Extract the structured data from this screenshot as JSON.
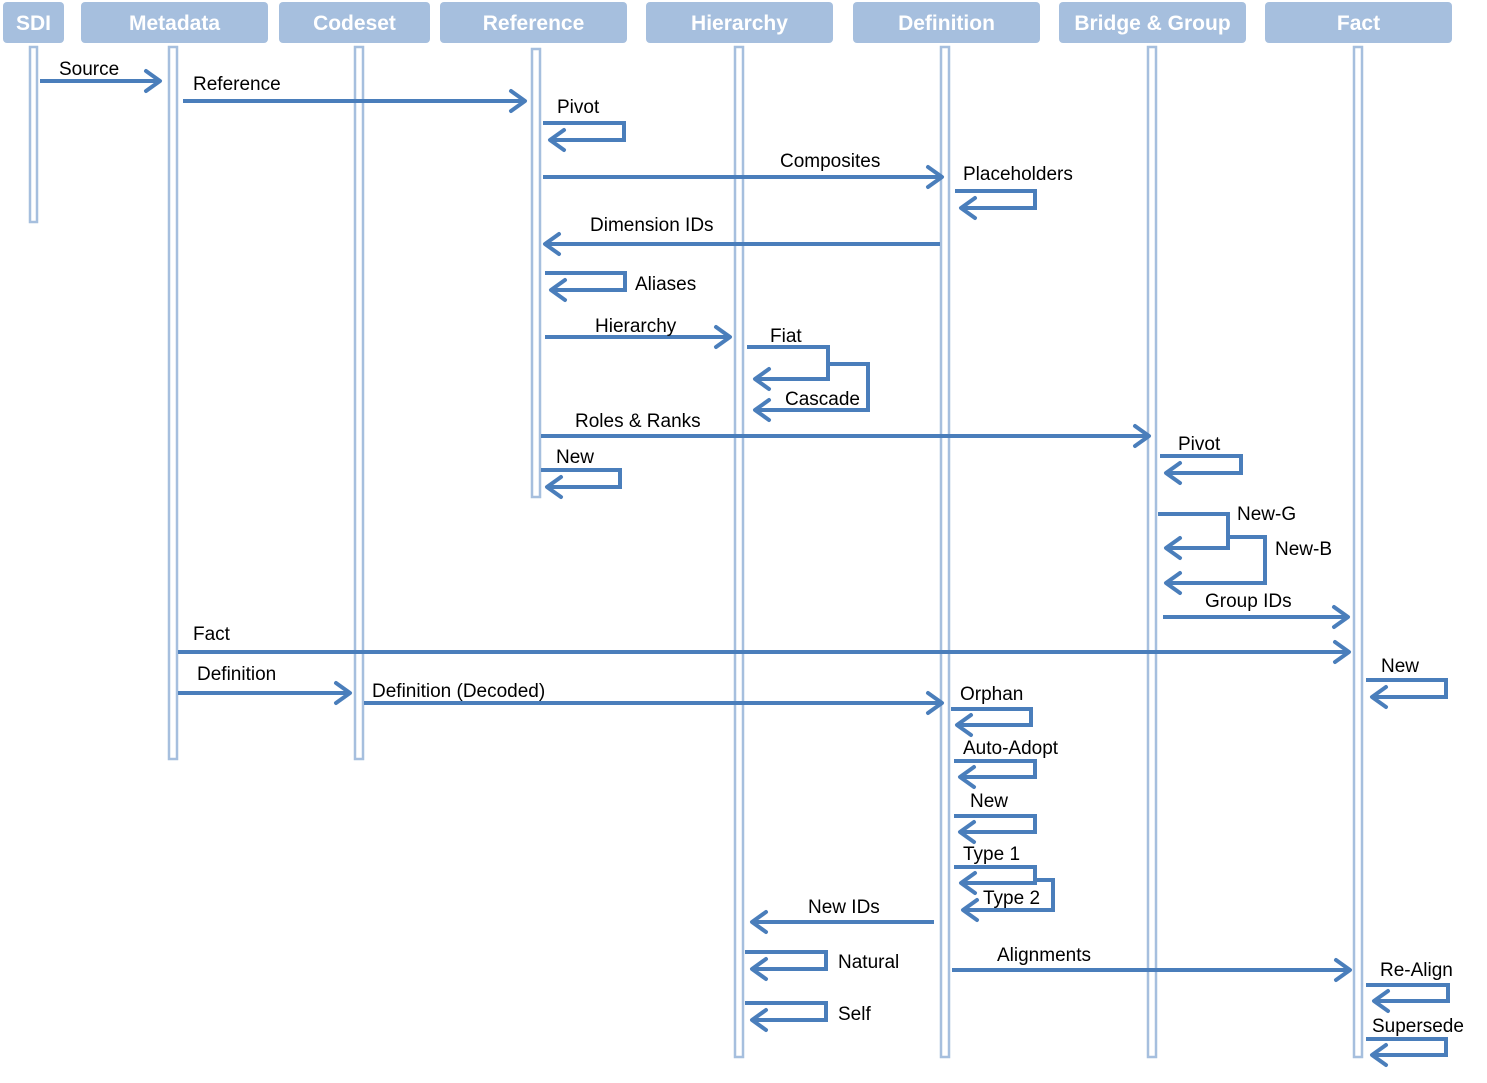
{
  "colors": {
    "header_fill": "#a6bfde",
    "header_text": "#ffffff",
    "lifeline": "#a6bfde",
    "arrow": "#4a7ebb",
    "label_text": "#000000"
  },
  "lifelines": [
    {
      "id": "sdi",
      "label": "SDI"
    },
    {
      "id": "metadata",
      "label": "Metadata"
    },
    {
      "id": "codeset",
      "label": "Codeset"
    },
    {
      "id": "reference",
      "label": "Reference"
    },
    {
      "id": "hierarchy",
      "label": "Hierarchy"
    },
    {
      "id": "definition",
      "label": "Definition"
    },
    {
      "id": "bridge_group",
      "label": "Bridge & Group"
    },
    {
      "id": "fact",
      "label": "Fact"
    }
  ],
  "messages": [
    {
      "id": "source",
      "label": "Source",
      "from": "sdi",
      "to": "metadata"
    },
    {
      "id": "reference",
      "label": "Reference",
      "from": "metadata",
      "to": "reference"
    },
    {
      "id": "reference-pivot",
      "label": "Pivot",
      "from": "reference",
      "to": "reference"
    },
    {
      "id": "composites",
      "label": "Composites",
      "from": "reference",
      "to": "definition"
    },
    {
      "id": "placeholders",
      "label": "Placeholders",
      "from": "definition",
      "to": "definition"
    },
    {
      "id": "dimension-ids",
      "label": "Dimension IDs",
      "from": "definition",
      "to": "reference"
    },
    {
      "id": "aliases",
      "label": "Aliases",
      "from": "reference",
      "to": "reference"
    },
    {
      "id": "hierarchy",
      "label": "Hierarchy",
      "from": "reference",
      "to": "hierarchy"
    },
    {
      "id": "fiat",
      "label": "Fiat",
      "from": "hierarchy",
      "to": "hierarchy"
    },
    {
      "id": "cascade",
      "label": "Cascade",
      "from": "hierarchy",
      "to": "hierarchy"
    },
    {
      "id": "roles-ranks",
      "label": "Roles & Ranks",
      "from": "reference",
      "to": "bridge_group"
    },
    {
      "id": "reference-new",
      "label": "New",
      "from": "reference",
      "to": "reference"
    },
    {
      "id": "bridge-pivot",
      "label": "Pivot",
      "from": "bridge_group",
      "to": "bridge_group"
    },
    {
      "id": "new-g",
      "label": "New-G",
      "from": "bridge_group",
      "to": "bridge_group"
    },
    {
      "id": "new-b",
      "label": "New-B",
      "from": "bridge_group",
      "to": "bridge_group"
    },
    {
      "id": "group-ids",
      "label": "Group IDs",
      "from": "bridge_group",
      "to": "fact"
    },
    {
      "id": "fact",
      "label": "Fact",
      "from": "metadata",
      "to": "fact"
    },
    {
      "id": "fact-new",
      "label": "New",
      "from": "fact",
      "to": "fact"
    },
    {
      "id": "definition",
      "label": "Definition",
      "from": "metadata",
      "to": "codeset"
    },
    {
      "id": "definition-decoded",
      "label": "Definition (Decoded)",
      "from": "codeset",
      "to": "definition"
    },
    {
      "id": "orphan",
      "label": "Orphan",
      "from": "definition",
      "to": "definition"
    },
    {
      "id": "auto-adopt",
      "label": "Auto-Adopt",
      "from": "definition",
      "to": "definition"
    },
    {
      "id": "definition-new",
      "label": "New",
      "from": "definition",
      "to": "definition"
    },
    {
      "id": "type-1",
      "label": "Type 1",
      "from": "definition",
      "to": "definition"
    },
    {
      "id": "type-2",
      "label": "Type 2",
      "from": "definition",
      "to": "definition"
    },
    {
      "id": "new-ids",
      "label": "New IDs",
      "from": "definition",
      "to": "hierarchy"
    },
    {
      "id": "natural",
      "label": "Natural",
      "from": "hierarchy",
      "to": "hierarchy"
    },
    {
      "id": "self",
      "label": "Self",
      "from": "hierarchy",
      "to": "hierarchy"
    },
    {
      "id": "alignments",
      "label": "Alignments",
      "from": "definition",
      "to": "fact"
    },
    {
      "id": "re-align",
      "label": "Re-Align",
      "from": "fact",
      "to": "fact"
    },
    {
      "id": "supersede",
      "label": "Supersede",
      "from": "fact",
      "to": "fact"
    }
  ]
}
